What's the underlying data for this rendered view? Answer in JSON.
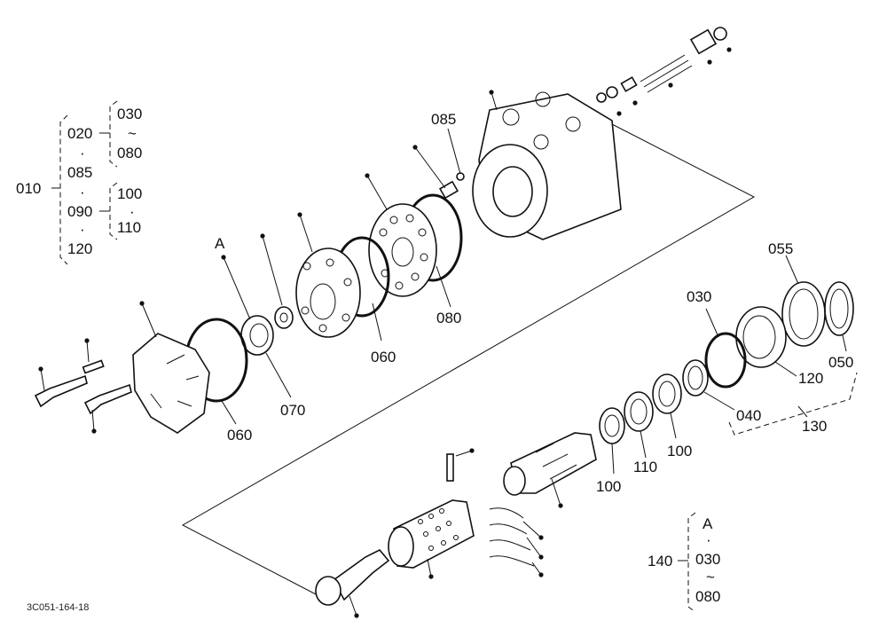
{
  "figure_code": "3C051-164-18",
  "legend_010": {
    "root": "010",
    "items": [
      "020",
      "·",
      "085",
      "·",
      "090",
      "·",
      "120"
    ],
    "sub_020": [
      "030",
      "~",
      "080"
    ],
    "sub_090": [
      "100",
      "·",
      "110"
    ]
  },
  "legend_140": {
    "root": "140",
    "items": [
      "A",
      "·",
      "030",
      "~",
      "080"
    ]
  },
  "callouts": {
    "a": "A",
    "c085": "085",
    "c080": "080",
    "c060_top": "060",
    "c070": "070",
    "c060_bottom": "060",
    "c055": "055",
    "c030": "030",
    "c120": "120",
    "c050": "050",
    "c040": "040",
    "c130": "130",
    "c100_a": "100",
    "c110": "110",
    "c100_b": "100"
  }
}
